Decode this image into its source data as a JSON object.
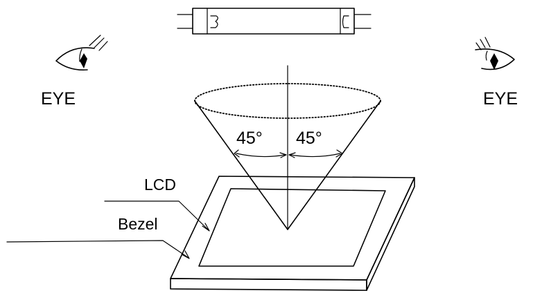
{
  "diagram": {
    "labels": {
      "eye_left": "EYE",
      "eye_right": "EYE",
      "angle_left": "45°",
      "angle_right": "45°",
      "lcd": "LCD",
      "bezel": "Bezel"
    }
  }
}
